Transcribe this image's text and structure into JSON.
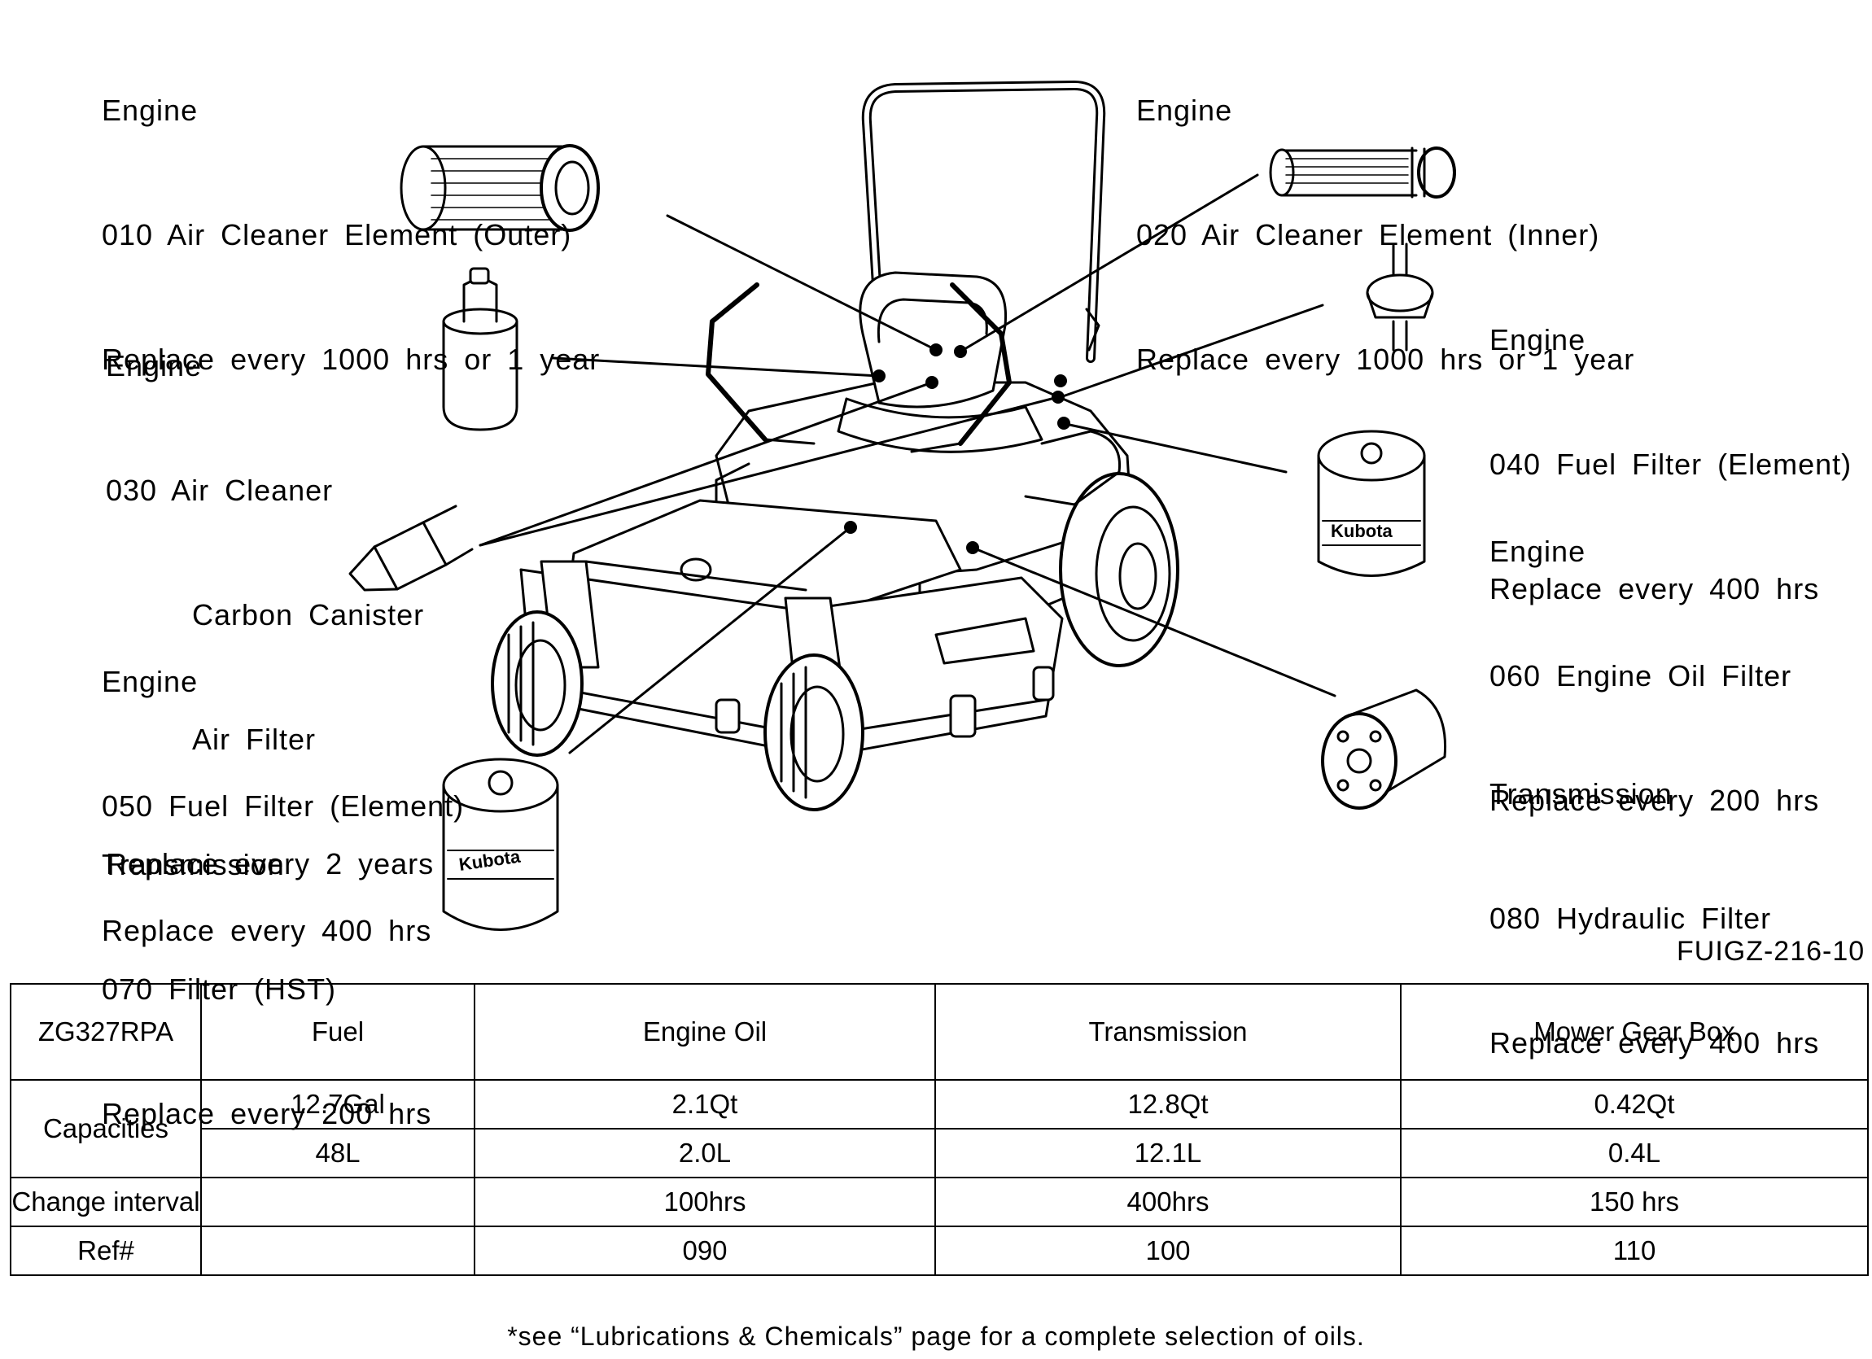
{
  "callouts": [
    {
      "lines": [
        "Engine",
        "010 Air Cleaner Element (Outer)",
        "Replace every 1000 hrs or 1 year"
      ]
    },
    {
      "lines": [
        "Engine",
        "020 Air Cleaner Element (Inner)",
        "Replace every 1000 hrs or 1 year"
      ]
    },
    {
      "lines": [
        "Engine",
        "030 Air Cleaner",
        "Carbon Canister",
        "Air Filter",
        "Replace every 2 years"
      ]
    },
    {
      "lines": [
        "Engine",
        "040 Fuel Filter (Element)",
        "Replace every 400 hrs"
      ]
    },
    {
      "lines": [
        "Engine",
        "050 Fuel Filter (Element)",
        "Replace every 400 hrs"
      ]
    },
    {
      "lines": [
        "Engine",
        "060 Engine Oil Filter",
        "Replace every 200 hrs"
      ]
    },
    {
      "lines": [
        "Transmission",
        "070 Filter (HST)",
        "Replace every 200 hrs"
      ]
    },
    {
      "lines": [
        "Transmission",
        "080 Hydraulic Filter",
        "Replace every 400 hrs"
      ]
    }
  ],
  "filter_brand": "Kubota",
  "figure_id": "FUIGZ-216-10",
  "table": {
    "model": "ZG327RPA",
    "columns": [
      "Fuel",
      "Engine Oil",
      "Transmission",
      "Mower Gear Box"
    ],
    "capacities_label": "Capacities",
    "capacities_imperial": [
      "12.7Gal",
      "2.1Qt",
      "12.8Qt",
      "0.42Qt"
    ],
    "capacities_metric": [
      "48L",
      "2.0L",
      "12.1L",
      "0.4L"
    ],
    "change_interval_label": "Change interval",
    "change_interval": [
      "",
      "100hrs",
      "400hrs",
      "150 hrs"
    ],
    "ref_label": "Ref#",
    "ref": [
      "",
      "090",
      "100",
      "110"
    ]
  },
  "footnote": "*see “Lubrications & Chemicals” page for a complete selection of oils."
}
